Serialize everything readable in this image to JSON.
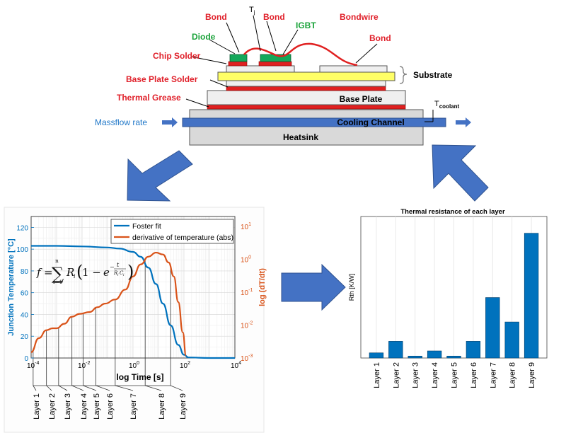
{
  "diagram": {
    "labels": {
      "bond_left": "Bond",
      "tj": "T",
      "tj_sub": "j",
      "bond_mid": "Bond",
      "bondwire": "Bondwire",
      "igbt": "IGBT",
      "diode": "Diode",
      "bond_right": "Bond",
      "chip_solder": "Chip Solder",
      "substrate": "Substrate",
      "base_plate_solder": "Base Plate Solder",
      "thermal_grease": "Thermal Grease",
      "base_plate": "Base Plate",
      "tcoolant": "T",
      "tcoolant_sub": "coolant",
      "massflow": "Massflow rate",
      "cooling_channel": "Cooling Channel",
      "heatsink": "Heatsink"
    },
    "colors": {
      "red_label": "#e0202a",
      "green_label": "#1aa33a",
      "blue_label": "#1f77c8",
      "arrow_blue": "#4472c4",
      "chip_green": "#14a85a",
      "solder_red": "#e02020",
      "substrate_yellow": "#ffff66",
      "orange": "#d95319",
      "plot_blue": "#0072bd"
    }
  },
  "left_chart": {
    "ylabel": "Junction Temperature [°C]",
    "ylabel2": "log (dT/dt)",
    "xlabel": "log Time [s]",
    "legend": [
      "Foster fit",
      "derivative of temperature (abs)"
    ],
    "y_ticks": [
      "0",
      "20",
      "40",
      "60",
      "80",
      "100",
      "120"
    ],
    "y2_ticks": [
      "10",
      "10",
      "10",
      "10",
      "10"
    ],
    "y2_exp": [
      "1",
      "0",
      "-1",
      "-2",
      "-3"
    ],
    "x_ticks": [
      "10",
      "10",
      "10",
      "10",
      "10"
    ],
    "x_exp": [
      "-4",
      "-2",
      "0",
      "2",
      "4"
    ],
    "layers": [
      "Layer 1",
      "Layer 2",
      "Layer 3",
      "Layer 4",
      "Layer 5",
      "Layer 6",
      "Layer 7",
      "Layer 8",
      "Layer 9"
    ]
  },
  "chart_data": [
    {
      "type": "line",
      "title": "",
      "xlabel": "log Time [s]",
      "ylabel": "Junction Temperature [°C]",
      "ylabel2": "log (dT/dt)",
      "xscale": "log",
      "xlim": [
        0.0001,
        10000
      ],
      "ylim": [
        0,
        130
      ],
      "y2lim": [
        0.001,
        20
      ],
      "legend_placement": "top-right",
      "grid": true,
      "series": [
        {
          "name": "Foster fit",
          "axis": "left",
          "x": [
            0.0001,
            0.001,
            0.01,
            0.1,
            0.3,
            1,
            2,
            4,
            8,
            15,
            30,
            60,
            100,
            150,
            1000,
            10000
          ],
          "y": [
            103,
            103,
            102.5,
            101.5,
            100.5,
            97.5,
            93,
            83,
            68,
            50,
            30,
            12,
            3,
            0.5,
            0,
            0
          ]
        },
        {
          "name": "derivative of temperature (abs)",
          "axis": "right",
          "x": [
            0.0001,
            0.0002,
            0.0004,
            0.0007,
            0.001,
            0.002,
            0.004,
            0.008,
            0.02,
            0.04,
            0.08,
            0.2,
            0.5,
            1,
            2,
            4,
            8,
            15,
            25,
            40,
            60,
            90,
            120
          ],
          "y": [
            0.0015,
            0.004,
            0.007,
            0.008,
            0.008,
            0.011,
            0.018,
            0.022,
            0.025,
            0.035,
            0.045,
            0.06,
            0.12,
            0.3,
            0.7,
            1.2,
            1.6,
            1.4,
            0.8,
            0.3,
            0.05,
            0.006,
            0.0012
          ]
        }
      ]
    },
    {
      "type": "bar",
      "title": "Thermal resistance of each layer",
      "xlabel": "",
      "ylabel": "Rth [K/W]",
      "categories": [
        "Layer 1",
        "Layer 2",
        "Layer 3",
        "Layer 4",
        "Layer 5",
        "Layer 6",
        "Layer 7",
        "Layer 8",
        "Layer 9"
      ],
      "values": [
        4,
        13,
        1.5,
        5.5,
        1.5,
        13,
        47,
        28,
        97
      ],
      "ylim": [
        0,
        110
      ],
      "grid": true
    }
  ],
  "equation": "f = Σ R_i (1 − e^(−t / R_i C_i))"
}
